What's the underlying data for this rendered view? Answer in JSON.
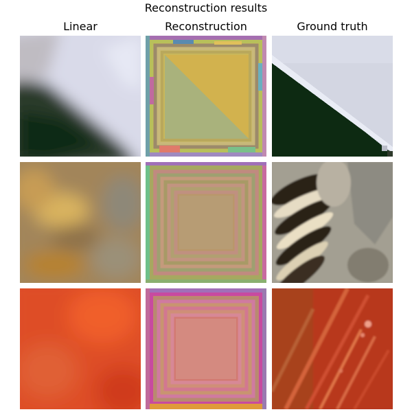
{
  "figure": {
    "title": "Reconstruction results",
    "columns": [
      {
        "label": "Linear"
      },
      {
        "label": "Reconstruction"
      },
      {
        "label": "Ground truth"
      }
    ],
    "rows": [
      {
        "linear": "blurry-diagonal-edge",
        "reconstruction": "noisy-yellow-square-pattern",
        "ground_truth": "dark-diagonal-edge-on-light-sky"
      },
      {
        "linear": "blurry-golden-brown",
        "reconstruction": "noisy-pink-square-pattern",
        "ground_truth": "striped-spiral-shell"
      },
      {
        "linear": "blurry-red-orange",
        "reconstruction": "noisy-pink-square-pattern",
        "ground_truth": "red-textured-surface"
      }
    ]
  }
}
